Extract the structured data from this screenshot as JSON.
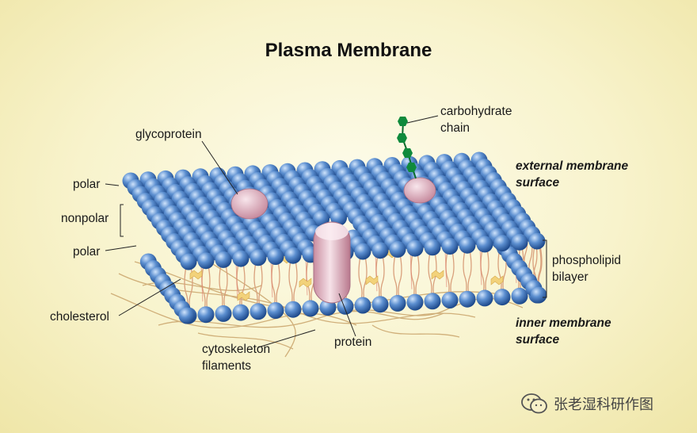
{
  "diagram": {
    "title": "Plasma Membrane",
    "labels": {
      "glycoprotein": "glycoprotein",
      "carbohydrate_line1": "carbohydrate",
      "carbohydrate_line2": "chain",
      "external_line1": "external membrane",
      "external_line2": "surface",
      "polar_top": "polar",
      "nonpolar": "nonpolar",
      "polar_bottom": "polar",
      "phospholipid_line1": "phospholipid",
      "phospholipid_line2": "bilayer",
      "cholesterol": "cholesterol",
      "inner_line1": "inner membrane",
      "inner_line2": "surface",
      "cytoskeleton_line1": "cytoskeleton",
      "cytoskeleton_line2": "filaments",
      "protein": "protein"
    },
    "colors": {
      "head": "#3b6fb6",
      "head_light": "#9cc3ee",
      "tail": "#d9a07c",
      "protein": "#e4b7c3",
      "cholesterol": "#f2d27a",
      "carbohydrate": "#0f8a3c",
      "filament": "#c9a36a"
    }
  },
  "watermark": {
    "text": "张老湿科研作图",
    "icon": "wechat-icon"
  }
}
